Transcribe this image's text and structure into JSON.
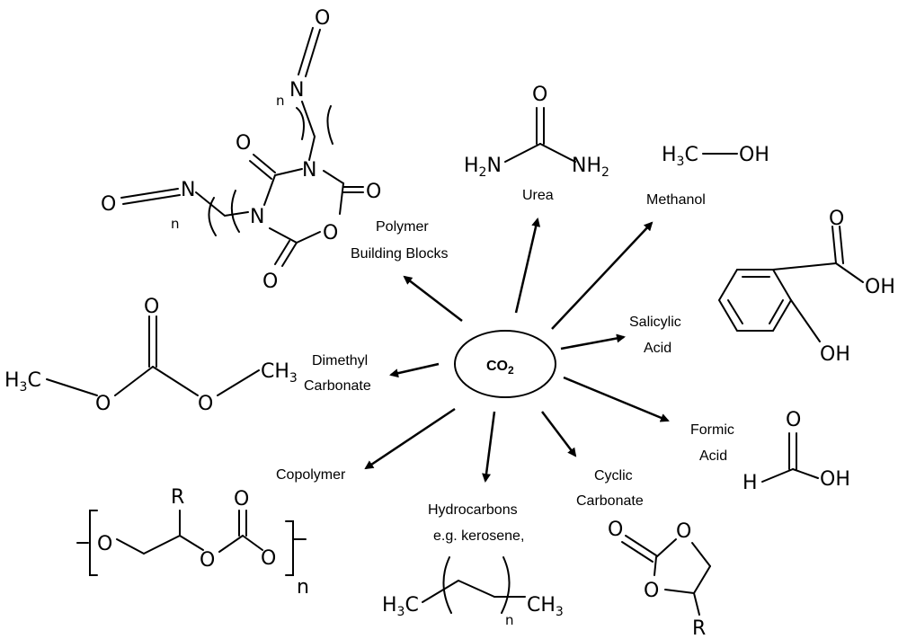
{
  "center": {
    "label": "CO",
    "subscript": "2"
  },
  "products": {
    "polymer_blocks": {
      "line1": "Polymer",
      "line2": "Building Blocks"
    },
    "urea": "Urea",
    "methanol": "Methanol",
    "salicylic": {
      "line1": "Salicylic",
      "line2": "Acid"
    },
    "dimethyl": {
      "line1": "Dimethyl",
      "line2": "Carbonate"
    },
    "formic": {
      "line1": "Formic",
      "line2": "Acid"
    },
    "copolymer": "Copolymer",
    "hydrocarbons": {
      "line1": "Hydrocarbons",
      "line2": "e.g. kerosene,"
    },
    "cyclic": {
      "line1": "Cyclic",
      "line2": "Carbonate"
    }
  },
  "atoms": {
    "O": "O",
    "N": "N",
    "H": "H",
    "C": "C",
    "R": "R",
    "n": "n",
    "H2N": "H",
    "NH2": "NH",
    "sub2": "2",
    "sub3": "3",
    "OH": "OH",
    "CH3": "CH"
  }
}
